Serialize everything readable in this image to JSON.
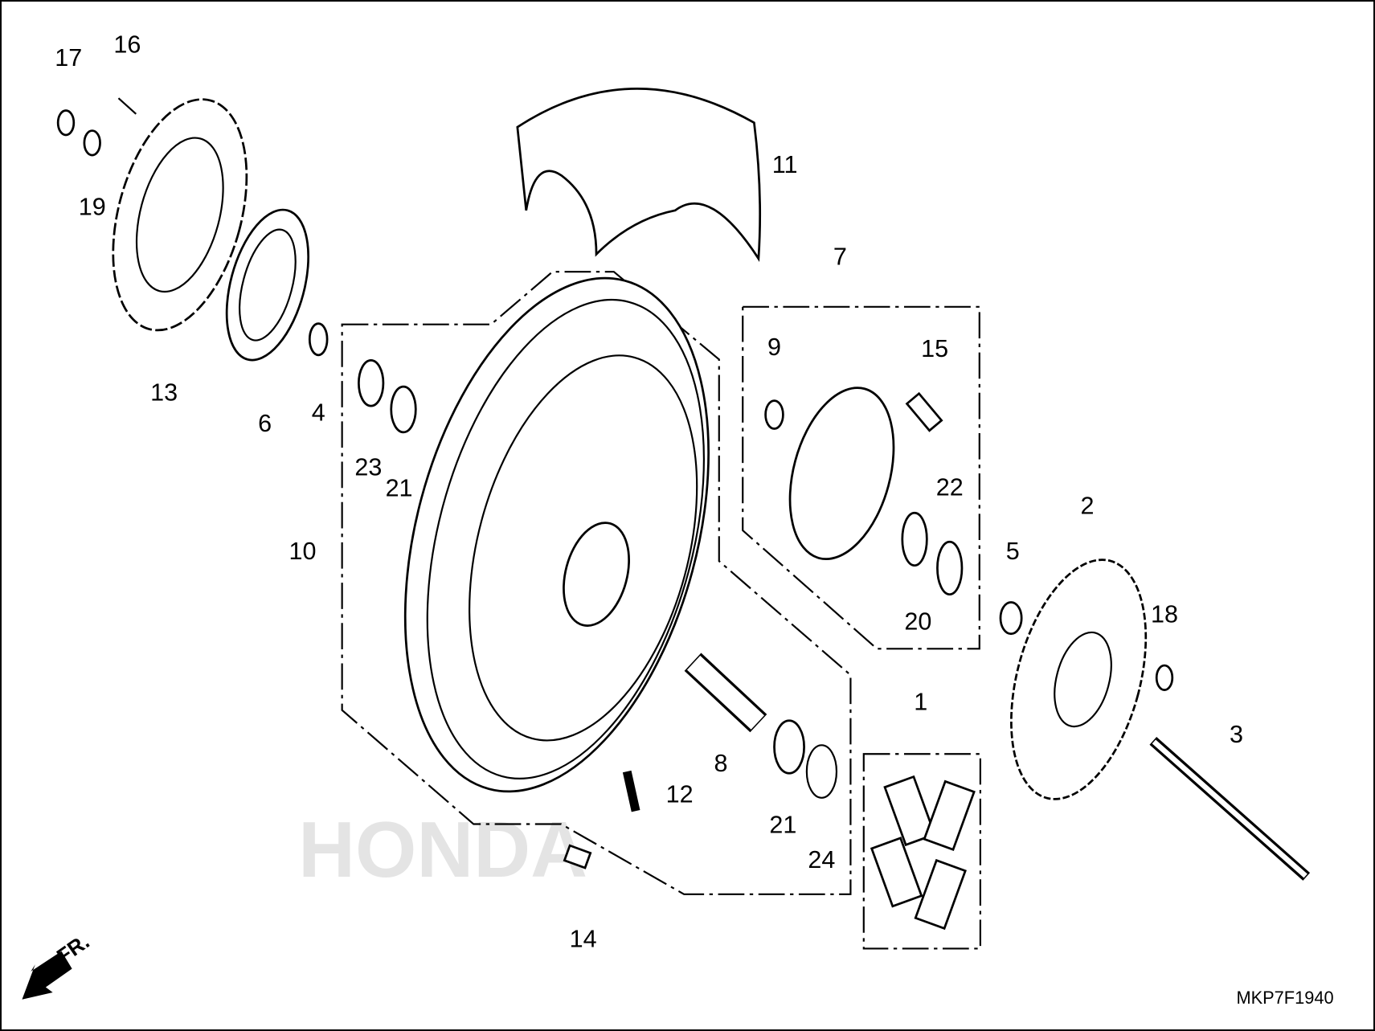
{
  "diagram": {
    "callouts": [
      "17",
      "16",
      "19",
      "13",
      "6",
      "4",
      "23",
      "21",
      "10",
      "11",
      "7",
      "9",
      "15",
      "22",
      "20",
      "5",
      "2",
      "18",
      "3",
      "1",
      "8",
      "12",
      "21",
      "24",
      "14"
    ],
    "direction_label": "FR.",
    "diagram_code": "MKP7F1940",
    "watermark": "HONDA"
  }
}
